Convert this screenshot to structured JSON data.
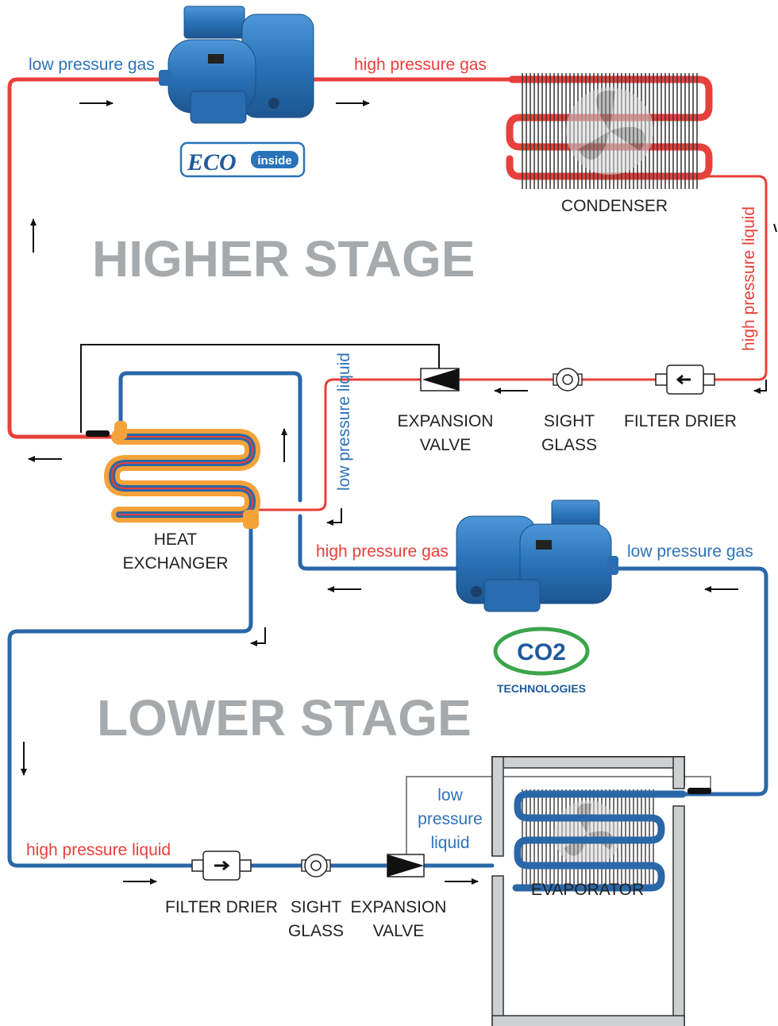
{
  "colors": {
    "red_line": "#e8403a",
    "blue_line": "#2a67a8",
    "orange": "#f4a23a",
    "gray_box": "#cdcfd1",
    "stage_text": "#a7aaad",
    "compressor_blue": "#2f7fc4",
    "co2_green": "#3aa54a"
  },
  "higher_stage": {
    "title": "HIGHER STAGE",
    "labels": {
      "low_pressure_gas": "low pressure gas",
      "high_pressure_gas": "high pressure gas",
      "high_pressure_liquid": "high pressure liquid",
      "low_pressure_liquid": "low pressure liquid",
      "condenser": "CONDENSER",
      "expansion_valve": [
        "EXPANSION",
        "VALVE"
      ],
      "sight_glass": [
        "SIGHT",
        "GLASS"
      ],
      "filter_drier": "FILTER DRIER"
    },
    "logo_eco": {
      "script": "ECO",
      "word": "inside"
    }
  },
  "heat_exchanger": {
    "label": [
      "HEAT",
      "EXCHANGER"
    ]
  },
  "lower_stage": {
    "title": "LOWER STAGE",
    "labels": {
      "high_pressure_gas": "high pressure gas",
      "low_pressure_gas": "low pressure gas",
      "high_pressure_liquid": "high pressure liquid",
      "low_pressure_liquid": [
        "low",
        "pressure",
        "liquid"
      ],
      "filter_drier": "FILTER DRIER",
      "sight_glass": [
        "SIGHT",
        "GLASS"
      ],
      "expansion_valve": [
        "EXPANSION",
        "VALVE"
      ],
      "evaporator": "EVAPORATOR"
    },
    "logo_co2": {
      "main": "CO2",
      "sub": "TECHNOLOGIES"
    }
  }
}
